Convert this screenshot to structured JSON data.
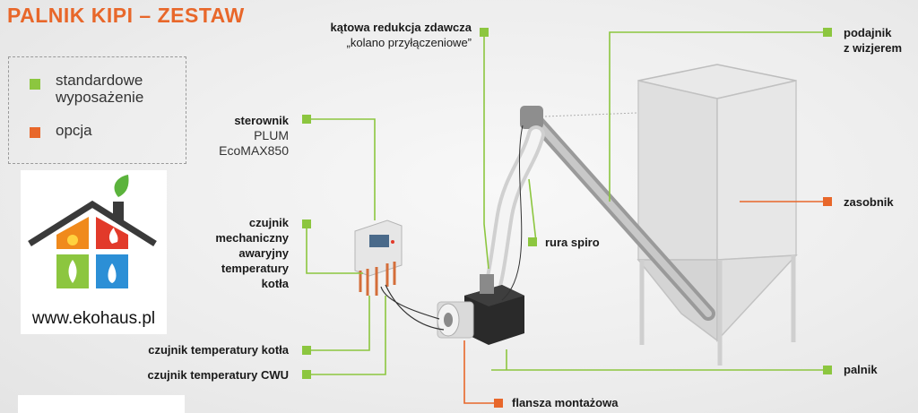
{
  "title": "PALNIK KIPI – ZESTAW",
  "colors": {
    "standard": "#8cc63f",
    "option": "#e8672a",
    "accent_title": "#e8672a"
  },
  "legend": {
    "standard_label": "standardowe\nwyposażenie",
    "option_label": "opcja"
  },
  "logo": {
    "url_text": "www.ekohaus.pl"
  },
  "labels": {
    "katowa_title": "kątowa redukcja zdawcza",
    "katowa_sub": "„kolano przyłączeniowe”",
    "podajnik": "podajnik\nz wizjerem",
    "sterownik_title": "sterownik",
    "sterownik_sub": "PLUM\nEcoMAX850",
    "czujnik_mech": "czujnik\nmechaniczny\nawaryjny\ntemperatury\nkotła",
    "rura": "rura spiro",
    "zasobnik": "zasobnik",
    "czujnik_kotla": "czujnik temperatury kotła",
    "czujnik_cwu": "czujnik temperatury CWU",
    "palnik": "palnik",
    "flansza": "flansza montażowa"
  }
}
